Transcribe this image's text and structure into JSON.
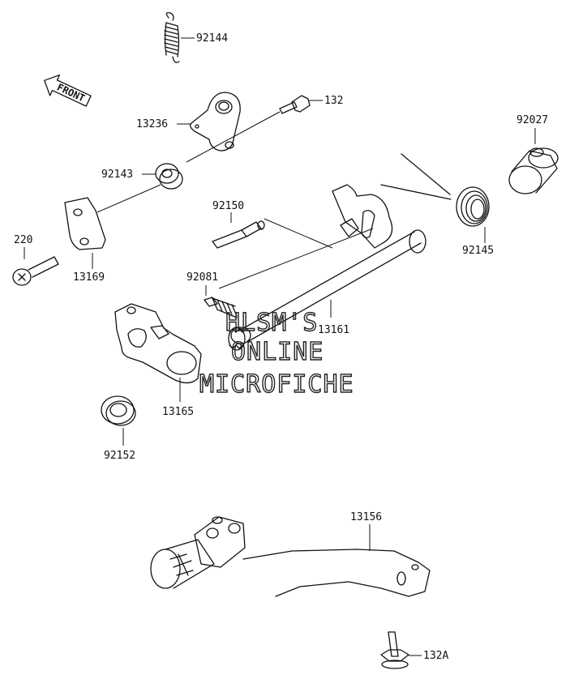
{
  "front_arrow": {
    "label": "FRONT"
  },
  "parts": {
    "p92144": "92144",
    "p132": "132",
    "p13236": "13236",
    "p92027": "92027",
    "p92143": "92143",
    "p92150": "92150",
    "p220": "220",
    "p13169": "13169",
    "p92145": "92145",
    "p92081": "92081",
    "p13161": "13161",
    "p13165": "13165",
    "p92152": "92152",
    "p13156": "13156",
    "p132A": "132A"
  },
  "watermark": {
    "line1": "HLSM'S",
    "line2": "ONLINE",
    "line3": "MICROFICHE"
  }
}
